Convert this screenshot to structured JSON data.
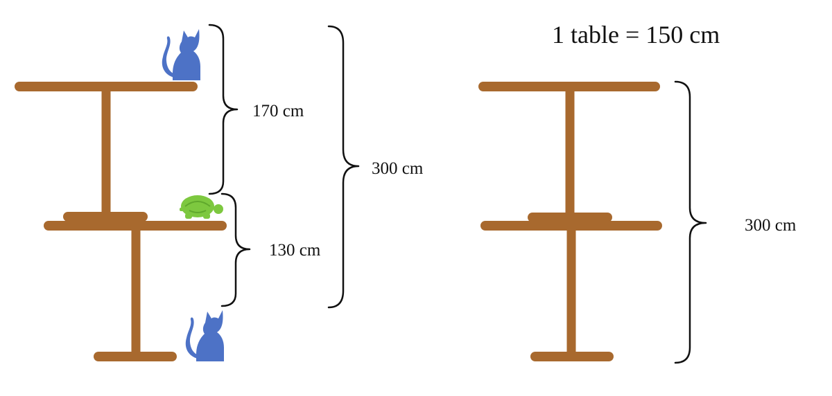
{
  "title": "1 table = 150 cm",
  "labels": {
    "cat_to_turtle": "170 cm",
    "turtle_to_cat": "130 cm",
    "left_total": "300 cm",
    "right_total": "300 cm"
  },
  "colors": {
    "table": "#a8692e",
    "cat": "#4d72c6",
    "turtle": "#7dc83f",
    "turtle_dark": "#5fa82c",
    "ink": "#111111"
  },
  "icons": {
    "cat": "cat-silhouette-icon",
    "turtle": "turtle-icon"
  }
}
